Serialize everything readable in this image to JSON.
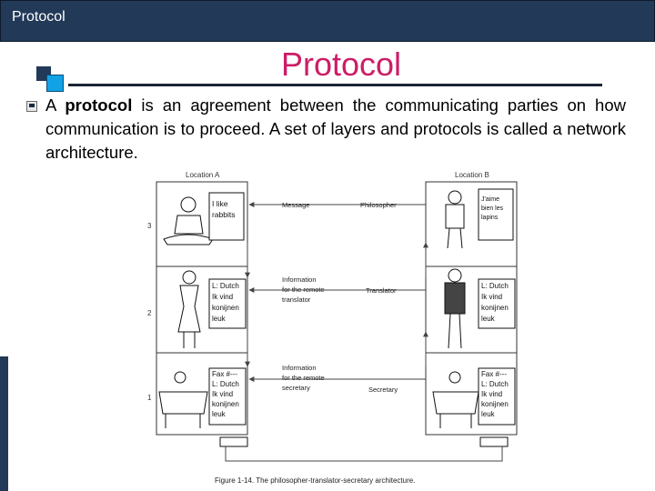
{
  "header": {
    "title": "Protocol"
  },
  "slide": {
    "title": "Protocol",
    "bullet": {
      "prefix": "A ",
      "bold": "protocol",
      "rest": " is an agreement between the communicating parties on how communication is to proceed. A set of layers and protocols is called a network architecture."
    }
  },
  "figure": {
    "location_a": "Location A",
    "location_b": "Location B",
    "layers": [
      "3",
      "2",
      "1"
    ],
    "note_a3": [
      "I like",
      "rabbits"
    ],
    "note_b3": [
      "J'aime",
      "bien les",
      "lapins"
    ],
    "note_a2": [
      "L: Dutch",
      "Ik vind",
      "konijnen",
      "leuk"
    ],
    "note_b2": [
      "L: Dutch",
      "Ik vind",
      "konijnen",
      "leuk"
    ],
    "note_a1": [
      "Fax #---",
      "L: Dutch",
      "Ik vind",
      "konijnen",
      "leuk"
    ],
    "note_b1": [
      "Fax #---",
      "L: Dutch",
      "Ik vind",
      "konijnen",
      "leuk"
    ],
    "msg_3": "Message",
    "msg_2": [
      "Information",
      "for the remote",
      "translator"
    ],
    "msg_1": [
      "Information",
      "for the remote",
      "secretary"
    ],
    "role_3": "Philosopher",
    "role_2": "Translator",
    "role_1": "Secretary",
    "caption": "Figure 1-14.  The philosopher-translator-secretary architecture."
  }
}
